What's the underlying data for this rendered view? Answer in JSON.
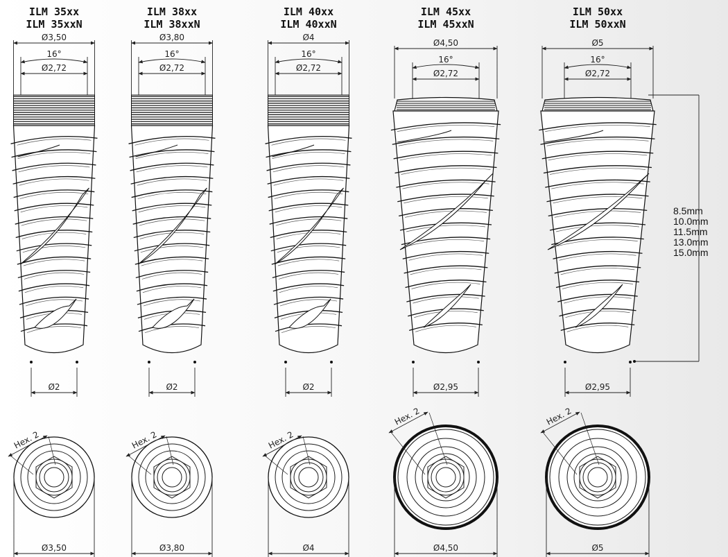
{
  "implants": [
    {
      "codes": [
        "ILM 35xx",
        "ILM 35xxN"
      ],
      "diameter": "Ø3,50",
      "angle": "16°",
      "collar": "Ø2,72",
      "apex": "Ø2",
      "hex": "Hex. 2",
      "bottom_diameter": "Ø3,50"
    },
    {
      "codes": [
        "ILM 38xx",
        "ILM 38xxN"
      ],
      "diameter": "Ø3,80",
      "angle": "16°",
      "collar": "Ø2,72",
      "apex": "Ø2",
      "hex": "Hex. 2",
      "bottom_diameter": "Ø3,80"
    },
    {
      "codes": [
        "ILM 40xx",
        "ILM 40xxN"
      ],
      "diameter": "Ø4",
      "angle": "16°",
      "collar": "Ø2,72",
      "apex": "Ø2",
      "hex": "Hex. 2",
      "bottom_diameter": "Ø4"
    },
    {
      "codes": [
        "ILM 45xx",
        "ILM 45xxN"
      ],
      "diameter": "Ø4,50",
      "angle": "16°",
      "collar": "Ø2,72",
      "apex": "Ø2,95",
      "hex": "Hex. 2",
      "bottom_diameter": "Ø4,50"
    },
    {
      "codes": [
        "ILM 50xx",
        "ILM 50xxN"
      ],
      "diameter": "Ø5",
      "angle": "16°",
      "collar": "Ø2,72",
      "apex": "Ø2,95",
      "hex": "Hex. 2",
      "bottom_diameter": "Ø5"
    }
  ],
  "lengths": [
    "8.5mm",
    "10.0mm",
    "11.5mm",
    "13.0mm",
    "15.0mm"
  ]
}
